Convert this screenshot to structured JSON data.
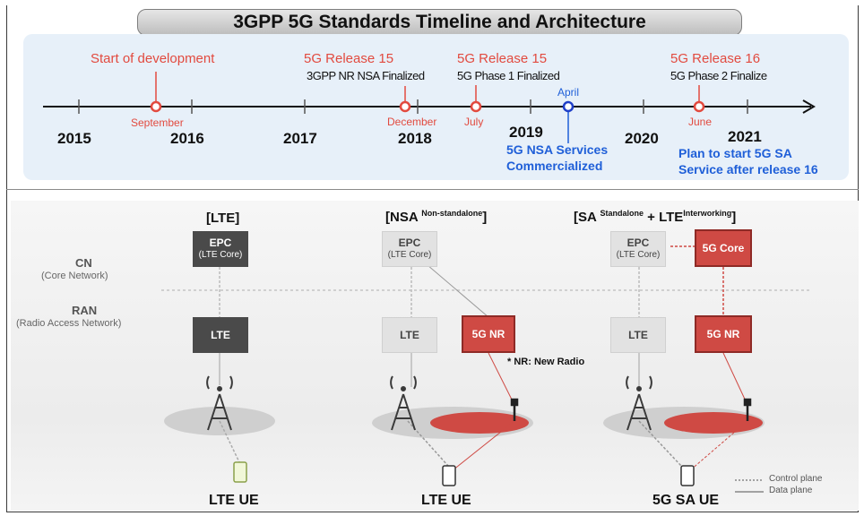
{
  "title": "3GPP 5G Standards Timeline and Architecture",
  "timeline": {
    "years": [
      "2015",
      "2016",
      "2017",
      "2018",
      "2019",
      "2020",
      "2021"
    ],
    "events": [
      {
        "heading": "Start of development",
        "detail": "",
        "month": "September"
      },
      {
        "heading": "5G Release 15",
        "detail": "3GPP NR NSA Finalized",
        "month": "December"
      },
      {
        "heading": "5G Release 15",
        "detail": "5G Phase 1 Finalized",
        "month": "July"
      },
      {
        "heading": "",
        "detail": "5G NSA Services Commercialized",
        "month": "April"
      },
      {
        "heading": "5G Release 16",
        "detail": "5G Phase 2 Finalize",
        "month": "June"
      }
    ],
    "nsa_note_line1": "5G NSA Services",
    "nsa_note_line2": "Commercialized",
    "sa_note_line1": "Plan to start 5G SA",
    "sa_note_line2": "Service after release 16"
  },
  "architecture": {
    "cn_label": "CN",
    "cn_sub": "(Core Network)",
    "ran_label": "RAN",
    "ran_sub": "(Radio Access Network)",
    "columns": [
      {
        "header": "[LTE]",
        "header_sup": "",
        "header_tail": "",
        "header_sup2": "",
        "header_end": "",
        "core": "EPC",
        "core_sub": "(LTE Core)",
        "ran": "LTE",
        "ue": "LTE UE"
      },
      {
        "header": "[NSA",
        "header_sup": "Non-standalone",
        "header_tail": "]",
        "header_sup2": "",
        "header_end": "",
        "core": "EPC",
        "core_sub": "(LTE Core)",
        "ran": "LTE",
        "ran2": "5G NR",
        "ue": "LTE UE"
      },
      {
        "header": "[SA",
        "header_sup": "Standalone",
        "header_tail": " + LTE",
        "header_sup2": "Interworking",
        "header_end": "]",
        "core": "EPC",
        "core_sub": "(LTE Core)",
        "core2": "5G Core",
        "ran": "LTE",
        "ran2": "5G NR",
        "ue": "5G SA UE"
      }
    ],
    "nr_note": "* NR: New Radio",
    "legend": {
      "control": "Control plane",
      "data": "Data plane"
    }
  },
  "colors": {
    "red": "#e24a3f",
    "blue": "#1f5fd8",
    "panel": "#e7f0f9"
  }
}
